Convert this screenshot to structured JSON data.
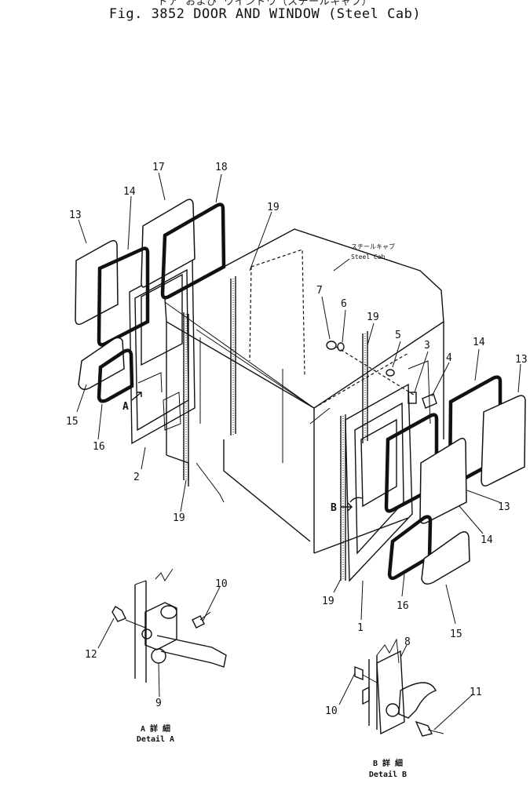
{
  "header": {
    "title_jp": "ドア および ウインドウ（スチールキャブ）",
    "title_en": "Fig. 3852  DOOR AND WINDOW (Steel Cab)"
  },
  "cab_labels": {
    "jp": "スチールキャブ",
    "en": "Steel Cab"
  },
  "callouts": {
    "c1": "1",
    "c2": "2",
    "c3": "3",
    "c4": "4",
    "c5": "5",
    "c6": "6",
    "c7": "7",
    "c8": "8",
    "c9": "9",
    "c10a": "10",
    "c10b": "10",
    "c11": "11",
    "c12": "12",
    "c13a": "13",
    "c13b": "13",
    "c13c": "13",
    "c14a": "14",
    "c14b": "14",
    "c14c": "14",
    "c15a": "15",
    "c15b": "15",
    "c16a": "16",
    "c16b": "16",
    "c17": "17",
    "c18": "18",
    "c19a": "19",
    "c19b": "19",
    "c19c": "19",
    "c19d": "19"
  },
  "markers": {
    "a": "A",
    "b": "B"
  },
  "details": {
    "a_jp": "A 詳 細",
    "a_en": "Detail A",
    "b_jp": "B 詳 細",
    "b_en": "Detail B"
  }
}
